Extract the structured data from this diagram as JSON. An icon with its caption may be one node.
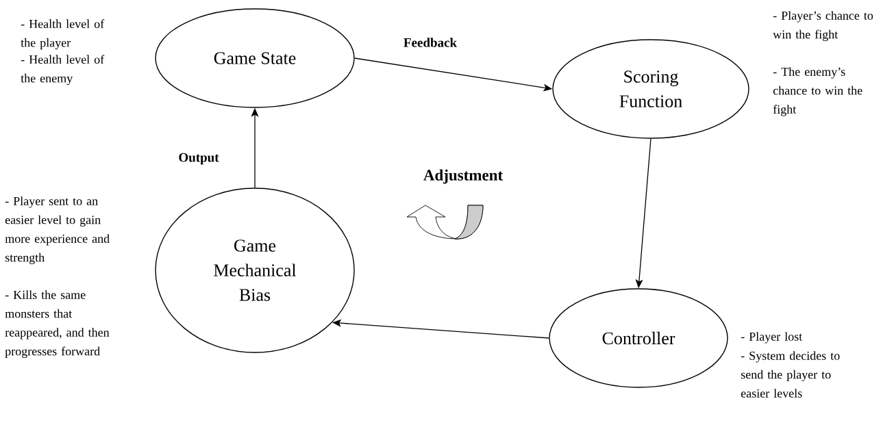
{
  "diagram": {
    "nodes": [
      {
        "text": [
          "Game State"
        ],
        "beside": [
          "- Health level of the player",
          "- Health level of the enemy"
        ]
      },
      {
        "text": [
          "Scoring Function"
        ],
        "beside": [
          "- Player’s chance to win the fight",
          "- The enemy’s chance to win the fight"
        ]
      },
      {
        "text": [
          "Controller"
        ],
        "beside": [
          "- Player lost",
          "- System decides to send the player to easier levels"
        ]
      },
      {
        "text": [
          "Game Mechanical Bias"
        ],
        "beside": [
          "- Player sent to an easier level to gain more experience and strength",
          "- Kills the same monsters that reappeared, and then progresses forward"
        ]
      }
    ],
    "edges": [
      {
        "from": 0,
        "to": 1,
        "arrow": "to",
        "label": "Feedback"
      },
      {
        "from": 1,
        "to": 2,
        "arrow": "to"
      },
      {
        "from": 2,
        "to": 3,
        "arrow": "to"
      },
      {
        "from": 3,
        "to": 0,
        "arrow": "to",
        "label": "Output"
      }
    ],
    "labels": [
      "Adjustment"
    ]
  }
}
